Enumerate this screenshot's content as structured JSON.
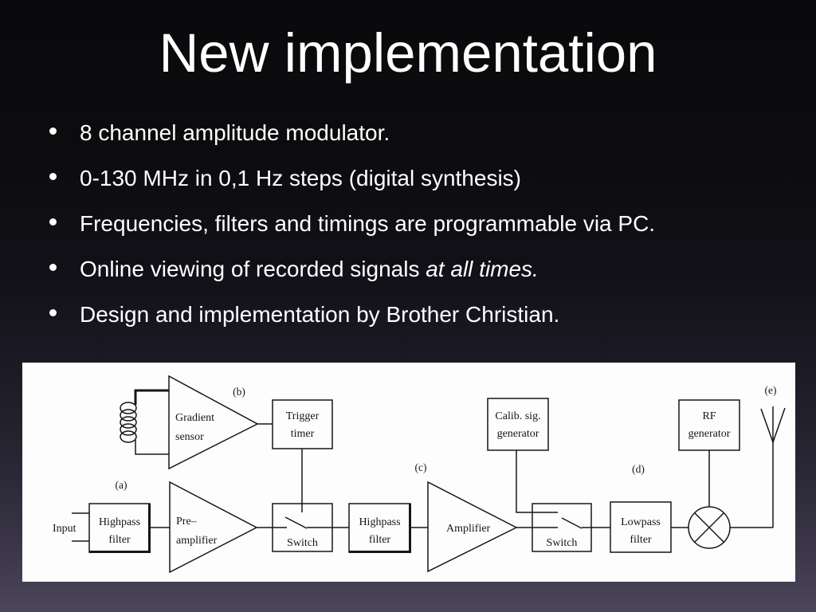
{
  "slide": {
    "title": "New implementation",
    "bullets": [
      {
        "text": "8 channel amplitude modulator.",
        "italic": ""
      },
      {
        "text": "0-130 MHz in 0,1 Hz steps (digital synthesis)",
        "italic": ""
      },
      {
        "text": "Frequencies, filters and timings are programmable via PC.",
        "italic": ""
      },
      {
        "text": "Online viewing of recorded signals ",
        "italic": "at all times."
      },
      {
        "text": "Design and implementation by Brother Christian.",
        "italic": ""
      }
    ]
  },
  "diagram": {
    "figure_labels": {
      "a": "(a)",
      "b": "(b)",
      "c": "(c)",
      "d": "(d)",
      "e": "(e)"
    },
    "input_label": "Input",
    "blocks": {
      "highpass1": {
        "line1": "Highpass",
        "line2": "filter"
      },
      "preamplifier": {
        "line1": "Pre–",
        "line2": "amplifier"
      },
      "switch1": {
        "line1": "Switch"
      },
      "gradient_sensor": {
        "line1": "Gradient",
        "line2": "sensor"
      },
      "trigger_timer": {
        "line1": "Trigger",
        "line2": "timer"
      },
      "highpass2": {
        "line1": "Highpass",
        "line2": "filter"
      },
      "amplifier": {
        "line1": "Amplifier"
      },
      "calib_generator": {
        "line1": "Calib. sig.",
        "line2": "generator"
      },
      "switch2": {
        "line1": "Switch"
      },
      "lowpass": {
        "line1": "Lowpass",
        "line2": "filter"
      },
      "rf_generator": {
        "line1": "RF",
        "line2": "generator"
      }
    },
    "colors": {
      "line": "#161616",
      "panel": "#ffffff"
    }
  },
  "background": {
    "top": "#0a0a0c",
    "bottom": "#4b4659"
  }
}
